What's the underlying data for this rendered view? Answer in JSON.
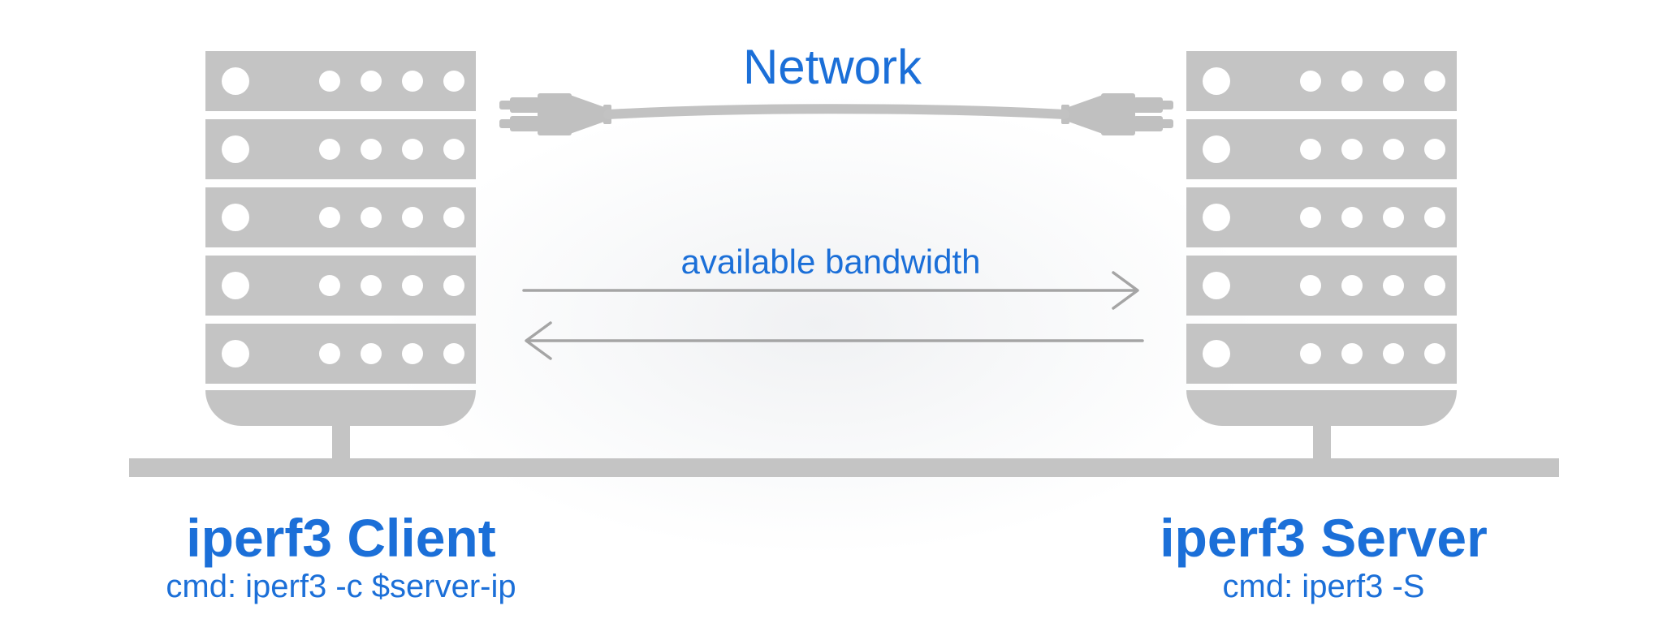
{
  "diagram": {
    "network_label": "Network",
    "bandwidth_label": "available bandwidth",
    "client": {
      "title": "iperf3 Client",
      "command": "cmd: iperf3 -c $server-ip"
    },
    "server": {
      "title": "iperf3 Server",
      "command": "cmd: iperf3 -S"
    }
  },
  "rack": {
    "unit_count": 5,
    "leds_per_unit": 4
  },
  "colors": {
    "accent_blue": "#1b6fd8",
    "device_gray": "#c4c4c4",
    "cable_gray": "#c2c2c2",
    "arrow_gray": "#a5a5a5"
  }
}
